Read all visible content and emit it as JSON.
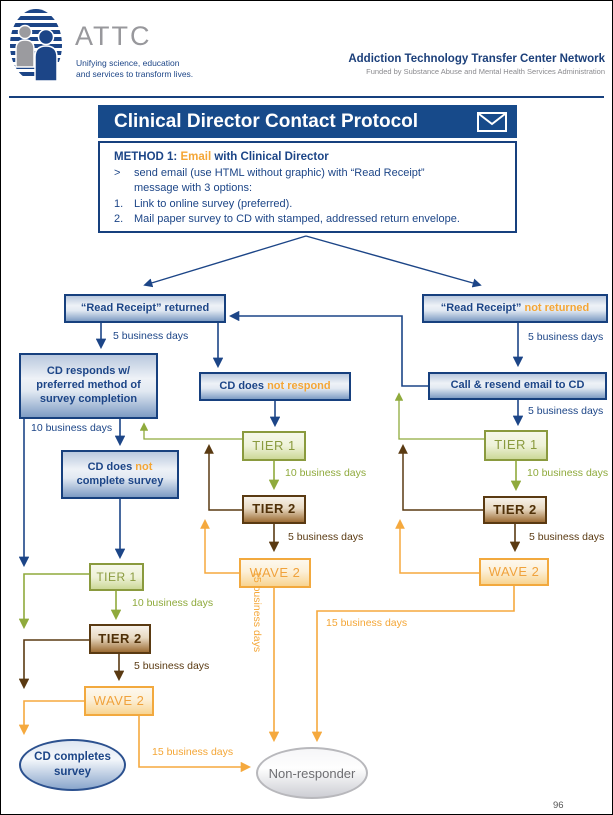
{
  "header": {
    "logo": "attc-globe-logo",
    "wordmark": "ATTC",
    "tagline_line1": "Unifying science, education",
    "tagline_line2": "and services to transform lives.",
    "network_name": "Addiction Technology Transfer Center Network",
    "funded_by": "Funded by Substance Abuse and Mental Health Services Administration"
  },
  "banner": {
    "title": "Clinical Director Contact Protocol"
  },
  "method_box": {
    "heading_prefix": "METHOD 1:",
    "heading_highlight": "Email",
    "heading_suffix": " with Clinical Director",
    "bullet_marker": ">",
    "bullet_line1": "send email (use HTML without graphic) with “Read Receipt”",
    "bullet_line2": "message with 3 options:",
    "item1_number": "1.",
    "item1_text": "Link to online survey (preferred).",
    "item2_number": "2.",
    "item2_text": "Mail paper survey to CD with stamped, addressed return envelope."
  },
  "flowchart": {
    "read_receipt_returned": "“Read Receipt” returned",
    "read_receipt_not_returned_prefix": "“Read Receipt” ",
    "read_receipt_not_returned_highlight": "not returned",
    "cd_responds_line1": "CD responds w/",
    "cd_responds_line2": "preferred method of",
    "cd_responds_line3": "survey completion",
    "cd_does_not_respond_prefix": "CD does ",
    "cd_does_not_respond_highlight": "not respond",
    "call_resend": "Call & resend email to CD",
    "cd_not_complete_prefix": "CD does ",
    "cd_not_complete_highlight": "not",
    "cd_not_complete_line2": "complete survey",
    "tier1": "TIER 1",
    "tier2": "TIER 2",
    "wave2": "WAVE 2",
    "cd_completes_line1": "CD completes",
    "cd_completes_line2": "survey",
    "non_responder": "Non-responder",
    "labels": {
      "days5": "5 business days",
      "days10": "10 business days",
      "days15": "15 business days",
      "days15_spaced": "15  business days"
    }
  },
  "page_number": "96",
  "colors": {
    "navy": "#1c4587",
    "banner_navy": "#174a8a",
    "orange": "#f4a636",
    "green": "#8faa3c",
    "brown": "#5a3a12",
    "gray_text": "#6e6e72"
  }
}
